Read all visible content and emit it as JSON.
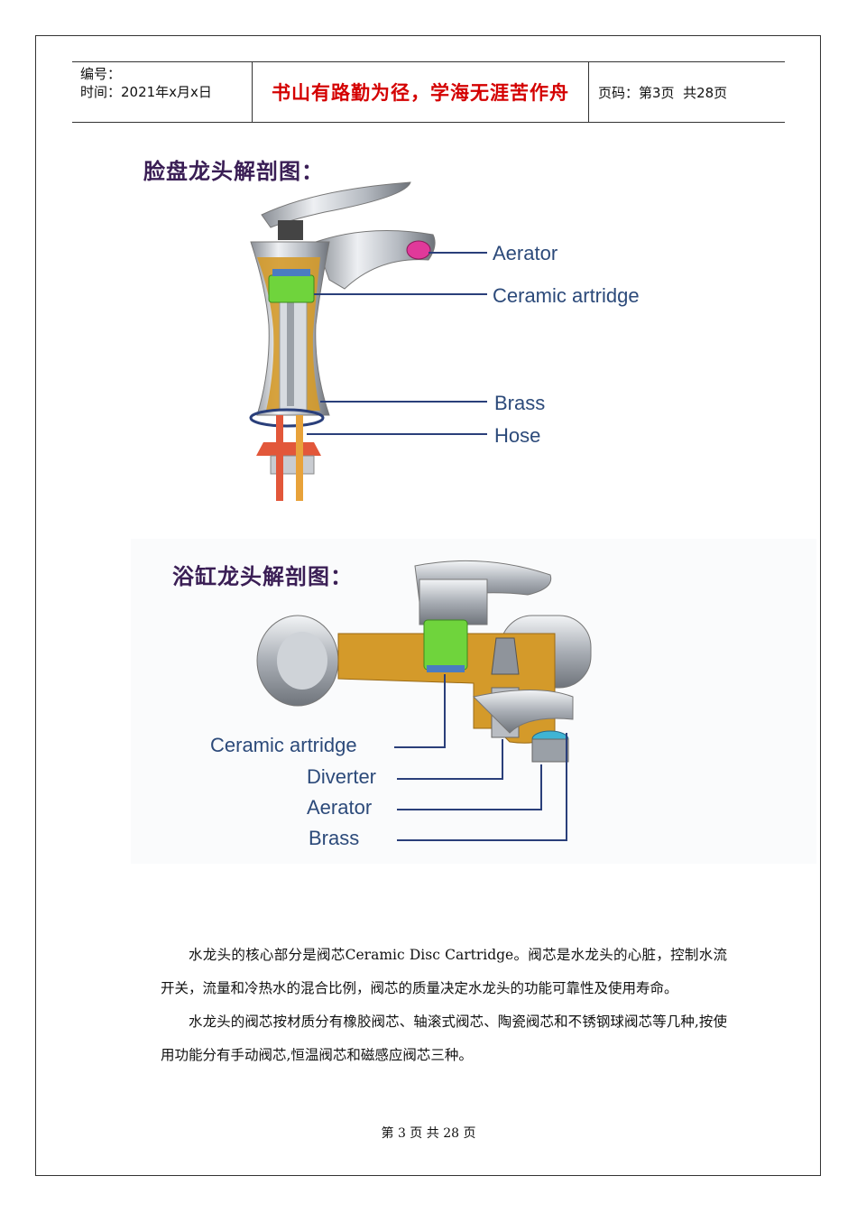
{
  "header": {
    "number_label": "编号：",
    "time_label": "时间：2021年x月x日",
    "motto": "书山有路勤为径，学海无涯苦作舟",
    "page_info": "页码：第3页  共28页"
  },
  "figure1": {
    "title": "脸盘龙头解剖图：",
    "callouts": [
      "Aerator",
      "Ceramic artridge",
      "Brass",
      "Hose"
    ]
  },
  "figure2": {
    "title": "浴缸龙头解剖图：",
    "callouts": [
      "Ceramic artridge",
      "Diverter",
      "Aerator",
      "Brass"
    ]
  },
  "body": {
    "paragraph1": "水龙头的核心部分是阀芯Ceramic Disc Cartridge。阀芯是水龙头的心脏，控制水流开关，流量和冷热水的混合比例，阀芯的质量决定水龙头的功能可靠性及使用寿命。",
    "paragraph2": "水龙头的阀芯按材质分有橡胶阀芯、轴滚式阀芯、陶瓷阀芯和不锈钢球阀芯等几种,按使用功能分有手动阀芯,恒温阀芯和磁感应阀芯三种。"
  },
  "footer": {
    "page_text": "第 3 页 共 28 页"
  },
  "colors": {
    "motto": "#d40000",
    "title": "#3a1e55",
    "callout": "#2c4a7a",
    "brass": "#d49a2a",
    "cartridge": "#6fd43c"
  }
}
